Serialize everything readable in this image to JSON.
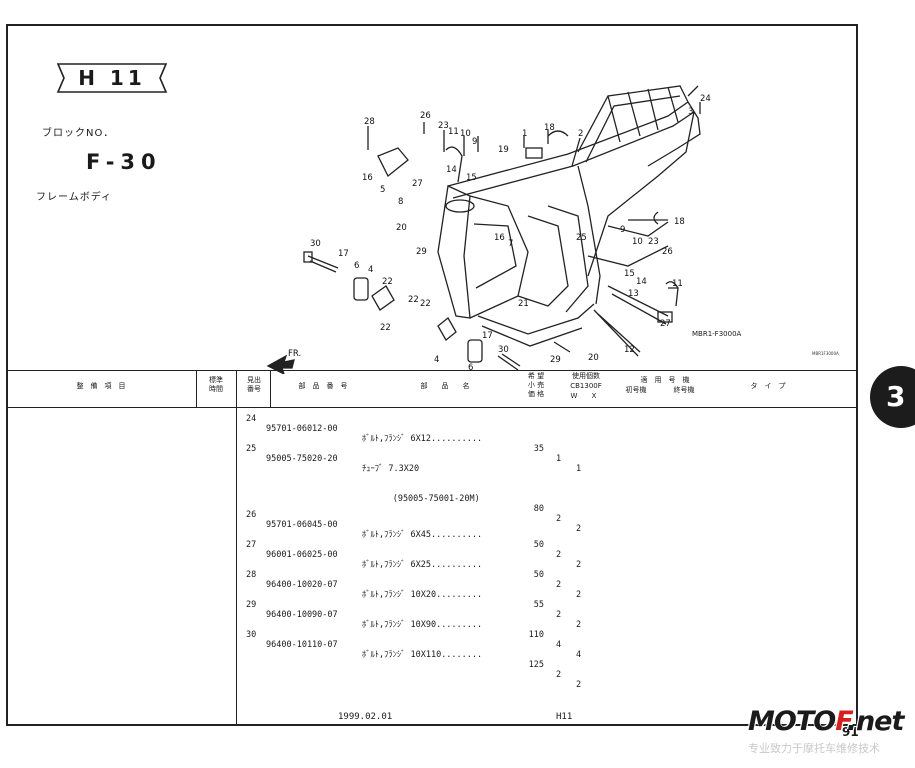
{
  "header": {
    "block_badge": "H 11",
    "block_no_label": "ブロックNO．",
    "block_no": "F-30",
    "section_name": "フレームボディ"
  },
  "diagram": {
    "figure_code": "MBR1-F3000A",
    "small_code": "MBR1F3000A",
    "front_marker": "FR.",
    "callouts": [
      "1",
      "2",
      "3",
      "4",
      "5",
      "6",
      "7",
      "8",
      "9",
      "10",
      "11",
      "12",
      "13",
      "14",
      "15",
      "16",
      "17",
      "18",
      "19",
      "20",
      "21",
      "22",
      "23",
      "24",
      "25",
      "26",
      "27",
      "28",
      "29",
      "30"
    ]
  },
  "table": {
    "headers": {
      "maintenance_item": "整　備　項　目",
      "standard_time": "標準\n時間",
      "ref_no": "見出\n番号",
      "part_number": "部　品　番　号",
      "part_name": "部　　品　　名",
      "price": "希 望\n小 売\n価 格",
      "usage_count": "使用個数",
      "model": "CB1300F",
      "col_w": "W",
      "col_x": "X",
      "applicable_no": "適　用　号　機",
      "first_no": "初号機",
      "last_no": "終号機",
      "type": "タ　イ　プ"
    },
    "rows": [
      {
        "idx": "24",
        "part_no": "95701-06012-00",
        "name": "ﾎﾞﾙﾄ,ﾌﾗﾝｼﾞ 6X12..........",
        "qty": "35",
        "w": "1",
        "x": "1"
      },
      {
        "idx": "25",
        "part_no": "95005-75020-20",
        "name": "ﾁｭｰﾌﾞ 7.3X20",
        "qty": "",
        "w": "",
        "x": ""
      },
      {
        "idx": "",
        "part_no": "",
        "name": "      (95005-75001-20M)",
        "qty": "80",
        "w": "2",
        "x": "2"
      },
      {
        "idx": "26",
        "part_no": "95701-06045-00",
        "name": "ﾎﾞﾙﾄ,ﾌﾗﾝｼﾞ 6X45..........",
        "qty": "50",
        "w": "2",
        "x": "2"
      },
      {
        "idx": "27",
        "part_no": "96001-06025-00",
        "name": "ﾎﾞﾙﾄ,ﾌﾗﾝｼﾞ 6X25..........",
        "qty": "50",
        "w": "2",
        "x": "2"
      },
      {
        "idx": "28",
        "part_no": "96400-10020-07",
        "name": "ﾎﾞﾙﾄ,ﾌﾗﾝｼﾞ 10X20.........",
        "qty": "55",
        "w": "2",
        "x": "2"
      },
      {
        "idx": "29",
        "part_no": "96400-10090-07",
        "name": "ﾎﾞﾙﾄ,ﾌﾗﾝｼﾞ 10X90.........",
        "qty": "110",
        "w": "4",
        "x": "4"
      },
      {
        "idx": "30",
        "part_no": "96400-10110-07",
        "name": "ﾎﾞﾙﾄ,ﾌﾗﾝｼﾞ 10X110........",
        "qty": "125",
        "w": "2",
        "x": "2"
      }
    ]
  },
  "footer": {
    "date": "1999.02.01",
    "block": "H11",
    "page_number": "91"
  },
  "page_tab": "3",
  "watermark": {
    "logo_main": "MOTO",
    "logo_accent": "F",
    "logo_suffix": ".net",
    "subtitle": "专业致力于摩托车维修技术"
  }
}
